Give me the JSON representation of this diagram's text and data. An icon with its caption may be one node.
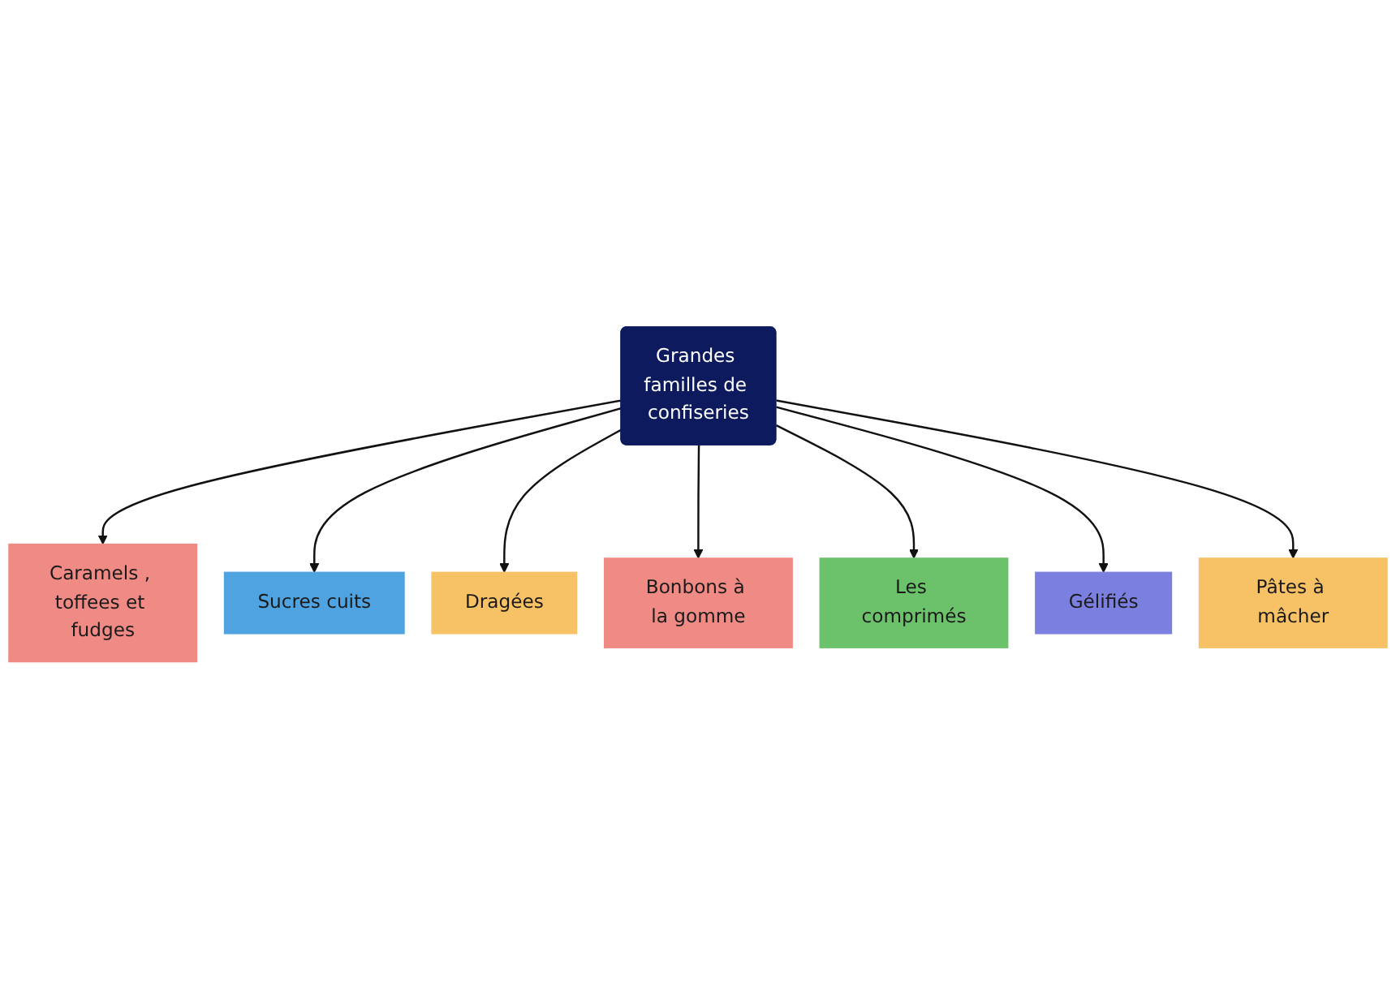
{
  "diagram": {
    "nodes": [
      {
        "text": [
          "Grandes familles de confiseries"
        ]
      },
      {
        "text": [
          "Caramels , toffees et fudges"
        ]
      },
      {
        "text": [
          "Sucres cuits"
        ]
      },
      {
        "text": [
          "Dragées"
        ]
      },
      {
        "text": [
          "Bonbons à la gomme"
        ]
      },
      {
        "text": [
          "Les comprimés"
        ]
      },
      {
        "text": [
          "Gélifiés"
        ]
      },
      {
        "text": [
          "Pâtes à mâcher"
        ]
      }
    ],
    "edges": [
      {
        "from": 0,
        "to": 1,
        "arrow": "to"
      },
      {
        "from": 0,
        "to": 2,
        "arrow": "to"
      },
      {
        "from": 0,
        "to": 3,
        "arrow": "to"
      },
      {
        "from": 0,
        "to": 4,
        "arrow": "to"
      },
      {
        "from": 0,
        "to": 5,
        "arrow": "to"
      },
      {
        "from": 0,
        "to": 6,
        "arrow": "to"
      },
      {
        "from": 0,
        "to": 7,
        "arrow": "to"
      }
    ]
  }
}
